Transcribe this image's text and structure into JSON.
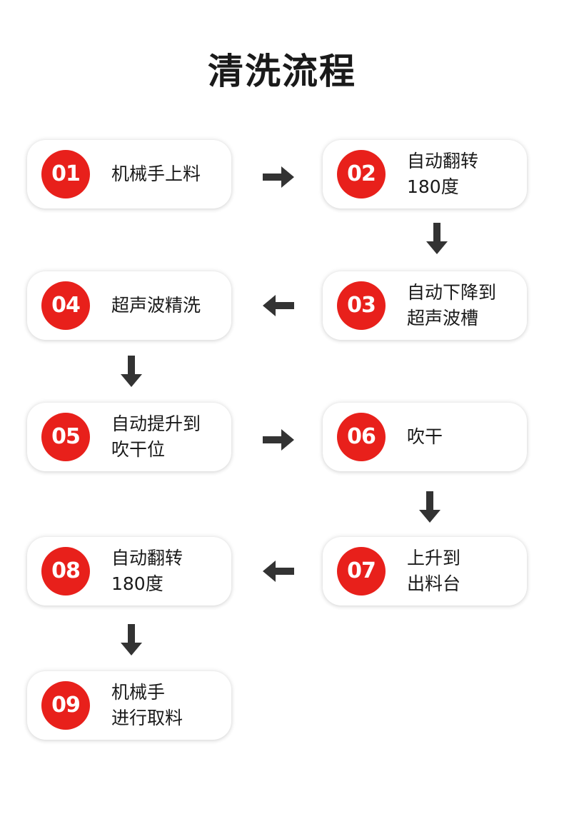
{
  "title": "清洗流程",
  "steps": [
    {
      "num": "01",
      "lines": [
        "机械手上料"
      ]
    },
    {
      "num": "02",
      "lines": [
        "自动翻转",
        "180度"
      ]
    },
    {
      "num": "03",
      "lines": [
        "自动下降到",
        "超声波槽"
      ]
    },
    {
      "num": "04",
      "lines": [
        "超声波精洗"
      ]
    },
    {
      "num": "05",
      "lines": [
        "自动提升到",
        "吹干位"
      ]
    },
    {
      "num": "06",
      "lines": [
        "吹干"
      ]
    },
    {
      "num": "07",
      "lines": [
        "上升到",
        "出料台"
      ]
    },
    {
      "num": "08",
      "lines": [
        "自动翻转",
        "180度"
      ]
    },
    {
      "num": "09",
      "lines": [
        "机械手",
        "进行取料"
      ]
    }
  ],
  "colors": {
    "badge": "#e8201b",
    "arrow": "#333333",
    "text": "#1a1a1a"
  },
  "arrows": [
    {
      "from": "01",
      "to": "02",
      "direction": "right"
    },
    {
      "from": "02",
      "to": "03",
      "direction": "down"
    },
    {
      "from": "03",
      "to": "04",
      "direction": "left"
    },
    {
      "from": "04",
      "to": "05",
      "direction": "down"
    },
    {
      "from": "05",
      "to": "06",
      "direction": "right"
    },
    {
      "from": "06",
      "to": "07",
      "direction": "down"
    },
    {
      "from": "07",
      "to": "08",
      "direction": "left"
    },
    {
      "from": "08",
      "to": "09",
      "direction": "down"
    }
  ]
}
